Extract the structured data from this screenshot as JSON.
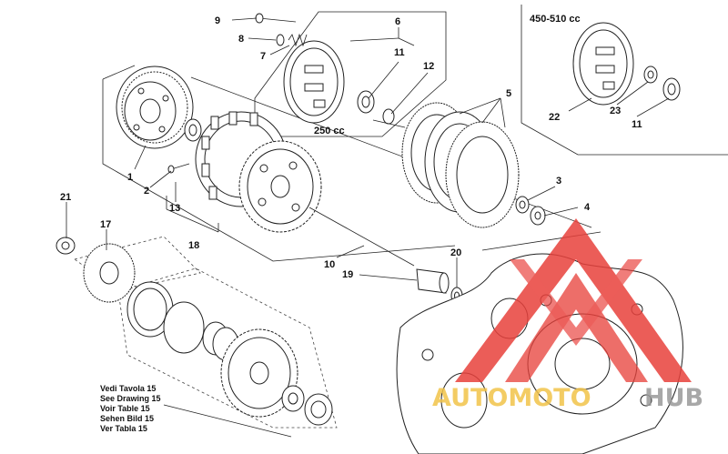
{
  "diagram": {
    "callouts": [
      "1",
      "2",
      "3",
      "4",
      "5",
      "6",
      "7",
      "8",
      "9",
      "10",
      "11",
      "11",
      "12",
      "13",
      "17",
      "18",
      "19",
      "20",
      "21",
      "22",
      "23",
      "11"
    ],
    "variant_labels": {
      "small": "250 cc",
      "large": "450-510 cc"
    },
    "reference_note": [
      "Vedi Tavola 15",
      "See Drawing 15",
      "Voir Table 15",
      "Sehen Bild 15",
      "Ver Tabla 15"
    ]
  },
  "watermark": {
    "text_part1": "AUTOMOTO",
    "text_part2": "HUB",
    "colors": {
      "red": "#e8413c",
      "yellow": "#f2c44a",
      "gray": "#9a9a9a"
    }
  }
}
